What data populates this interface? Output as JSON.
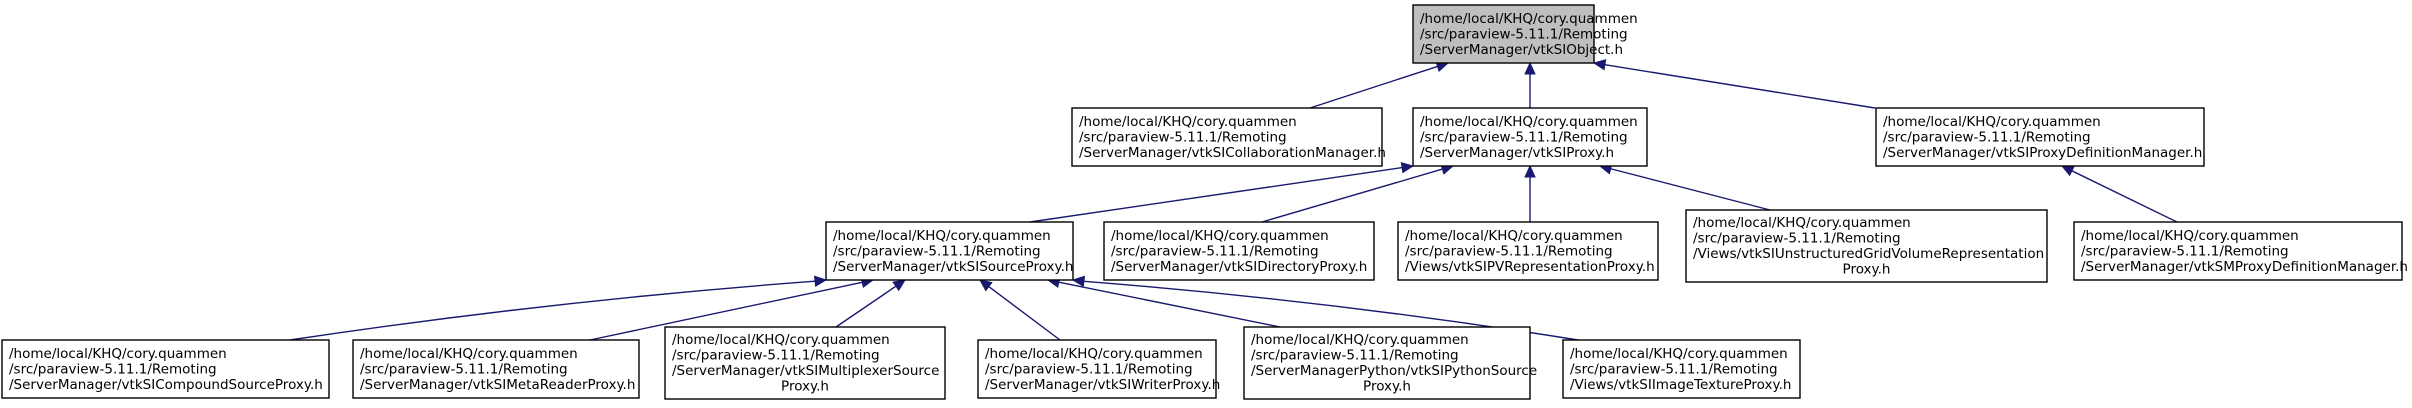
{
  "graph": {
    "colors": {
      "edge": "#191970",
      "root_fill": "#bfbfbf",
      "node_fill": "#ffffff",
      "border": "#000000"
    },
    "nodes": [
      {
        "id": "vtkSIObject",
        "root": true,
        "lines": [
          "/home/local/KHQ/cory.quammen",
          "/src/paraview-5.11.1/Remoting",
          "/ServerManager/vtkSIObject.h"
        ]
      },
      {
        "id": "vtkSICollaborationManager",
        "lines": [
          "/home/local/KHQ/cory.quammen",
          "/src/paraview-5.11.1/Remoting",
          "/ServerManager/vtkSICollaborationManager.h"
        ]
      },
      {
        "id": "vtkSIProxy",
        "lines": [
          "/home/local/KHQ/cory.quammen",
          "/src/paraview-5.11.1/Remoting",
          "/ServerManager/vtkSIProxy.h"
        ]
      },
      {
        "id": "vtkSIProxyDefinitionManager",
        "lines": [
          "/home/local/KHQ/cory.quammen",
          "/src/paraview-5.11.1/Remoting",
          "/ServerManager/vtkSIProxyDefinitionManager.h"
        ]
      },
      {
        "id": "vtkSISourceProxy",
        "lines": [
          "/home/local/KHQ/cory.quammen",
          "/src/paraview-5.11.1/Remoting",
          "/ServerManager/vtkSISourceProxy.h"
        ]
      },
      {
        "id": "vtkSIDirectoryProxy",
        "lines": [
          "/home/local/KHQ/cory.quammen",
          "/src/paraview-5.11.1/Remoting",
          "/ServerManager/vtkSIDirectoryProxy.h"
        ]
      },
      {
        "id": "vtkSIPVRepresentationProxy",
        "lines": [
          "/home/local/KHQ/cory.quammen",
          "/src/paraview-5.11.1/Remoting",
          "/Views/vtkSIPVRepresentationProxy.h"
        ]
      },
      {
        "id": "vtkSIUnstructuredGridVolumeRepresentationProxy",
        "lines": [
          "/home/local/KHQ/cory.quammen",
          "/src/paraview-5.11.1/Remoting",
          "/Views/vtkSIUnstructuredGridVolumeRepresentation",
          "Proxy.h"
        ]
      },
      {
        "id": "vtkSMProxyDefinitionManager",
        "lines": [
          "/home/local/KHQ/cory.quammen",
          "/src/paraview-5.11.1/Remoting",
          "/ServerManager/vtkSMProxyDefinitionManager.h"
        ]
      },
      {
        "id": "vtkSICompoundSourceProxy",
        "lines": [
          "/home/local/KHQ/cory.quammen",
          "/src/paraview-5.11.1/Remoting",
          "/ServerManager/vtkSICompoundSourceProxy.h"
        ]
      },
      {
        "id": "vtkSIMetaReaderProxy",
        "lines": [
          "/home/local/KHQ/cory.quammen",
          "/src/paraview-5.11.1/Remoting",
          "/ServerManager/vtkSIMetaReaderProxy.h"
        ]
      },
      {
        "id": "vtkSIMultiplexerSourceProxy",
        "lines": [
          "/home/local/KHQ/cory.quammen",
          "/src/paraview-5.11.1/Remoting",
          "/ServerManager/vtkSIMultiplexerSource",
          "Proxy.h"
        ]
      },
      {
        "id": "vtkSIWriterProxy",
        "lines": [
          "/home/local/KHQ/cory.quammen",
          "/src/paraview-5.11.1/Remoting",
          "/ServerManager/vtkSIWriterProxy.h"
        ]
      },
      {
        "id": "vtkSIPythonSourceProxy",
        "lines": [
          "/home/local/KHQ/cory.quammen",
          "/src/paraview-5.11.1/Remoting",
          "/ServerManagerPython/vtkSIPythonSource",
          "Proxy.h"
        ]
      },
      {
        "id": "vtkSIImageTextureProxy",
        "lines": [
          "/home/local/KHQ/cory.quammen",
          "/src/paraview-5.11.1/Remoting",
          "/Views/vtkSIImageTextureProxy.h"
        ]
      }
    ],
    "edges": [
      {
        "from": "vtkSICollaborationManager",
        "to": "vtkSIObject"
      },
      {
        "from": "vtkSIProxy",
        "to": "vtkSIObject"
      },
      {
        "from": "vtkSIProxyDefinitionManager",
        "to": "vtkSIObject"
      },
      {
        "from": "vtkSISourceProxy",
        "to": "vtkSIProxy"
      },
      {
        "from": "vtkSIDirectoryProxy",
        "to": "vtkSIProxy"
      },
      {
        "from": "vtkSIPVRepresentationProxy",
        "to": "vtkSIProxy"
      },
      {
        "from": "vtkSIUnstructuredGridVolumeRepresentationProxy",
        "to": "vtkSIProxy"
      },
      {
        "from": "vtkSMProxyDefinitionManager",
        "to": "vtkSIProxyDefinitionManager"
      },
      {
        "from": "vtkSICompoundSourceProxy",
        "to": "vtkSISourceProxy"
      },
      {
        "from": "vtkSIMetaReaderProxy",
        "to": "vtkSISourceProxy"
      },
      {
        "from": "vtkSIMultiplexerSourceProxy",
        "to": "vtkSISourceProxy"
      },
      {
        "from": "vtkSIWriterProxy",
        "to": "vtkSISourceProxy"
      },
      {
        "from": "vtkSIPythonSourceProxy",
        "to": "vtkSISourceProxy"
      },
      {
        "from": "vtkSIImageTextureProxy",
        "to": "vtkSISourceProxy"
      }
    ]
  }
}
